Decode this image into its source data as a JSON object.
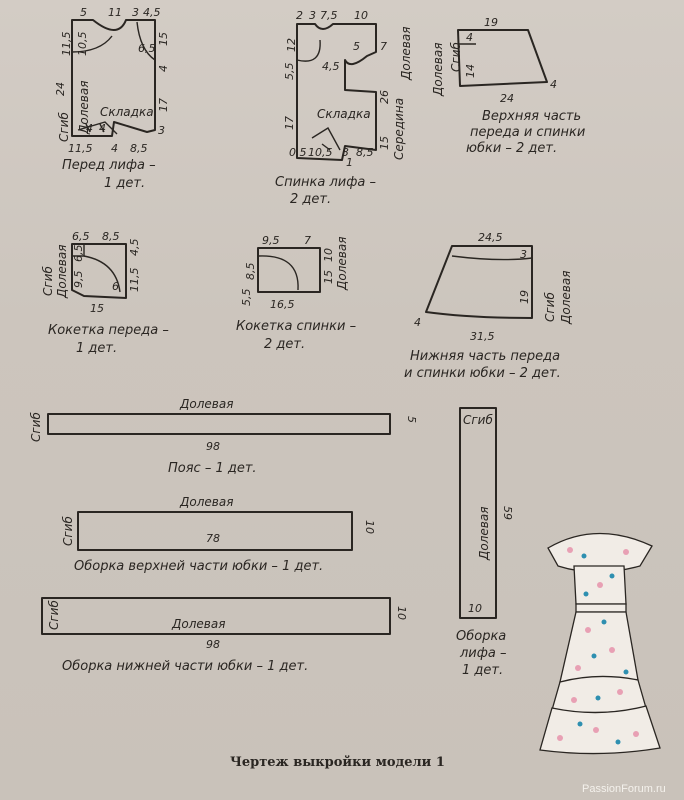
{
  "pieces": {
    "front_bodice": {
      "caption": [
        "Перед лифа –",
        "1 дет."
      ],
      "dims": [
        "5",
        "11",
        "3",
        "4,5",
        "11,5",
        "10,5",
        "6,5",
        "15",
        "4",
        "24",
        "17",
        "3",
        "11,5",
        "4",
        "8,5",
        "4",
        "4"
      ],
      "labels": [
        "Складка",
        "Долевая",
        "Сгиб"
      ]
    },
    "back_bodice": {
      "caption": [
        "Спинка лифа –",
        "2 дет."
      ],
      "dims": [
        "2",
        "3",
        "7,5",
        "10",
        "12",
        "5",
        "5,5",
        "4,5",
        "7",
        "26",
        "17",
        "15",
        "0,5",
        "10,5",
        "3",
        "1",
        "8,5"
      ],
      "labels": [
        "Складка",
        "Середина",
        "Долевая"
      ]
    },
    "upper_skirt": {
      "caption": [
        "Верхняя часть",
        "переда и спинки",
        "юбки – 2 дет."
      ],
      "dims": [
        "19",
        "4",
        "14",
        "4",
        "24"
      ],
      "labels": [
        "Долевая",
        "Сгиб"
      ]
    },
    "front_yoke": {
      "caption": [
        "Кокетка переда –",
        "1 дет."
      ],
      "dims": [
        "6,5",
        "8,5",
        "6,5",
        "4,5",
        "9,5",
        "11,5",
        "6",
        "15"
      ],
      "labels": [
        "Сгиб",
        "Долевая"
      ]
    },
    "back_yoke": {
      "caption": [
        "Кокетка спинки –",
        "2 дет."
      ],
      "dims": [
        "9,5",
        "7",
        "10",
        "15",
        "8,5",
        "5,5",
        "16,5"
      ],
      "labels": [
        "Долевая"
      ]
    },
    "lower_skirt": {
      "caption": [
        "Нижняя часть переда",
        "и спинки юбки – 2 дет."
      ],
      "dims": [
        "24,5",
        "3",
        "19",
        "4",
        "31,5"
      ],
      "labels": [
        "Сгиб",
        "Долевая"
      ]
    },
    "belt": {
      "caption": "Пояс – 1 дет.",
      "dims": [
        "98",
        "5"
      ],
      "labels": [
        "Долевая",
        "Сгиб"
      ]
    },
    "upper_frill": {
      "caption": "Оборка верхней части юбки – 1 дет.",
      "dims": [
        "78",
        "10"
      ],
      "labels": [
        "Долевая",
        "Сгиб"
      ]
    },
    "lower_frill": {
      "caption": "Оборка нижней части юбки – 1 дет.",
      "dims": [
        "98",
        "10"
      ],
      "labels": [
        "Долевая",
        "Сгиб"
      ]
    },
    "bodice_frill": {
      "caption": [
        "Оборка",
        "лифа –",
        "1 дет."
      ],
      "dims": [
        "59",
        "10"
      ],
      "labels": [
        "Сгиб",
        "Долевая"
      ]
    }
  },
  "title": "Чертеж выкройки модели 1",
  "watermark": "PassionForum.ru",
  "colors": {
    "paper": "#cfc8c0",
    "ink": "#2a2622",
    "dress_pink": "#e8a0b4",
    "dress_blue": "#2e8fb0"
  }
}
